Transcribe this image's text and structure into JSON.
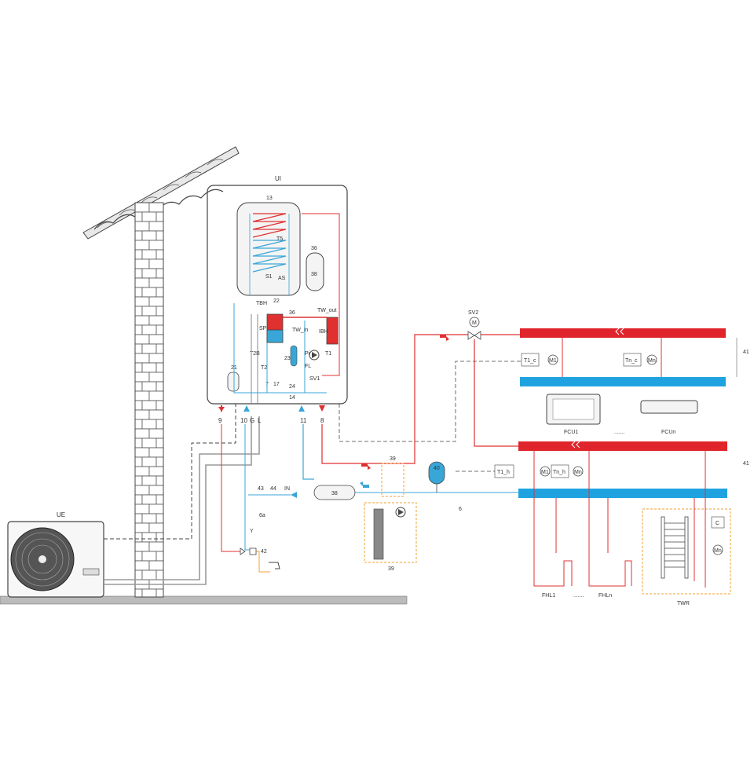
{
  "colors": {
    "hot": "#e03030",
    "cold": "#39a6d8",
    "header_hot": "#e0242b",
    "header_cold": "#1fa3e0",
    "orange_dashed": "#f0a030",
    "outline": "#444444",
    "ground": "#bbbbbb"
  },
  "labels": {
    "ui": "UI",
    "ue": "UE",
    "tank": "13",
    "t5": "T5",
    "s1": "S1",
    "as": "AS",
    "tbh": "TBH",
    "c22": "22",
    "c36a": "36",
    "c36b": "36",
    "c38": "38",
    "tw_out": "TW_out",
    "sp": "SP",
    "tw_in": "TW_in",
    "ibh": "IBH",
    "t2b": "T2B",
    "t2": "T2",
    "c23": "23",
    "pi": "Pi",
    "fl": "FL",
    "t1": "T1",
    "c21": "21",
    "c7": "7",
    "c17": "17",
    "c24": "24",
    "sv1": "SV1",
    "c14": "14",
    "port9": "9",
    "port10": "10",
    "portG": "G",
    "portL": "L",
    "port11": "11",
    "port8": "8",
    "c43": "43",
    "c44": "44",
    "in": "IN",
    "c6a": "6a",
    "y": "Y",
    "c42": "42",
    "c39a": "39",
    "c39b": "39",
    "c40": "40",
    "c38b": "38",
    "c6": "6",
    "sv2": "SV2",
    "m": "M",
    "t1c": "T1_c",
    "m1a": "M1",
    "tnc": "Tn_c",
    "mna": "Mn",
    "c41a": "41",
    "c41b": "41",
    "fcu1": "FCU1",
    "fcu_dots": ".......",
    "fcun": "FCUn",
    "t1h": "T1_h",
    "m1b": "M1",
    "tnh": "Tn_h",
    "mnb": "Mn",
    "fhl1": "FHL1",
    "fhl_dots": ".......",
    "fhln": "FHLn",
    "twr": "TWR",
    "c": "C",
    "mnc": "Mn"
  }
}
